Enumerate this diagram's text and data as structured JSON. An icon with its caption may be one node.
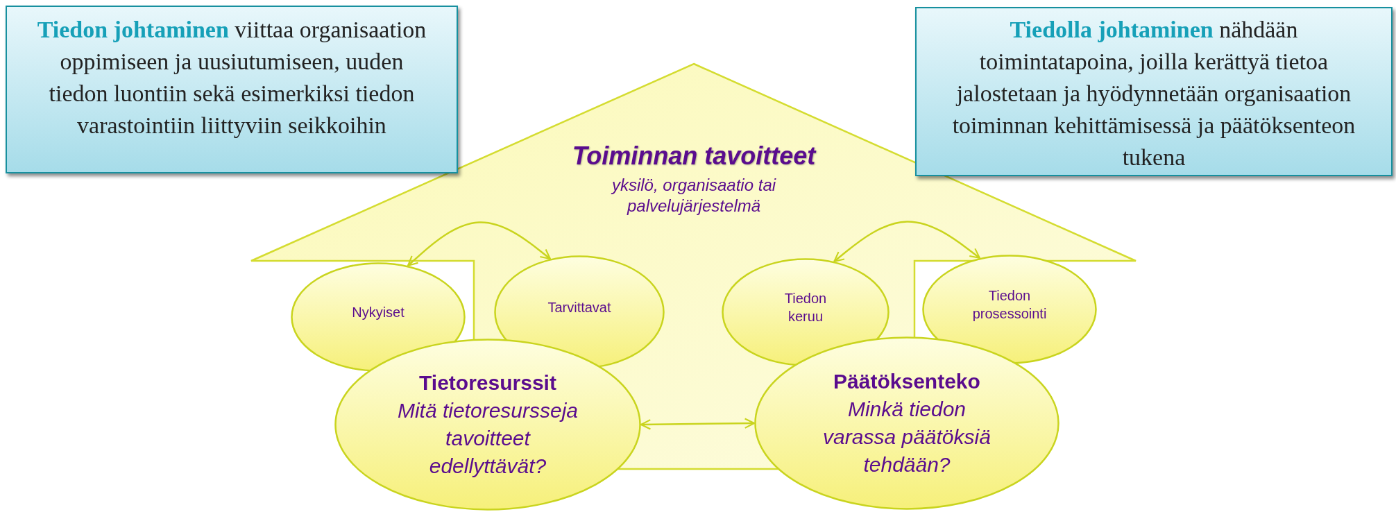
{
  "diagram": {
    "nodes": [
      {
        "text": [
          "**Tiedon johtaminen** viittaa organisaation oppimiseen ja uusiutumiseen, uuden tiedon luontiin sekä esimerkiksi tiedon varastointiin liittyviin seikkoihin"
        ]
      },
      {
        "text": [
          "**Tiedolla johtaminen** nähdään toimintatapoina, joilla kerättyä tietoa jalostetaan ja hyödynnetään organisaation toiminnan kehittämisessä ja päätöksenteon tukena"
        ]
      },
      {
        "text": [
          "Toiminnan tavoitteet",
          "yksilö, organisaatio tai palvelujärjestelmä"
        ]
      },
      {
        "text": [
          "Nykyiset"
        ]
      },
      {
        "text": [
          "Tarvittavat"
        ],
        "in": 2
      },
      {
        "text": [
          "Tiedon keruu"
        ],
        "in": 2
      },
      {
        "text": [
          "Tiedon prosessointi"
        ]
      },
      {
        "text": [
          "Tietoresurssit",
          "Mitä tietoresursseja tavoitteet edellyttävät?"
        ]
      },
      {
        "text": [
          "Päätöksenteko",
          "Minkä tiedon varassa päätöksiä tehdään?"
        ]
      }
    ],
    "edges": [
      {
        "from": 3,
        "to": 4,
        "arrow": "both"
      },
      {
        "from": 5,
        "to": 6,
        "arrow": "both"
      },
      {
        "from": 7,
        "to": 8,
        "arrow": "both"
      }
    ]
  }
}
